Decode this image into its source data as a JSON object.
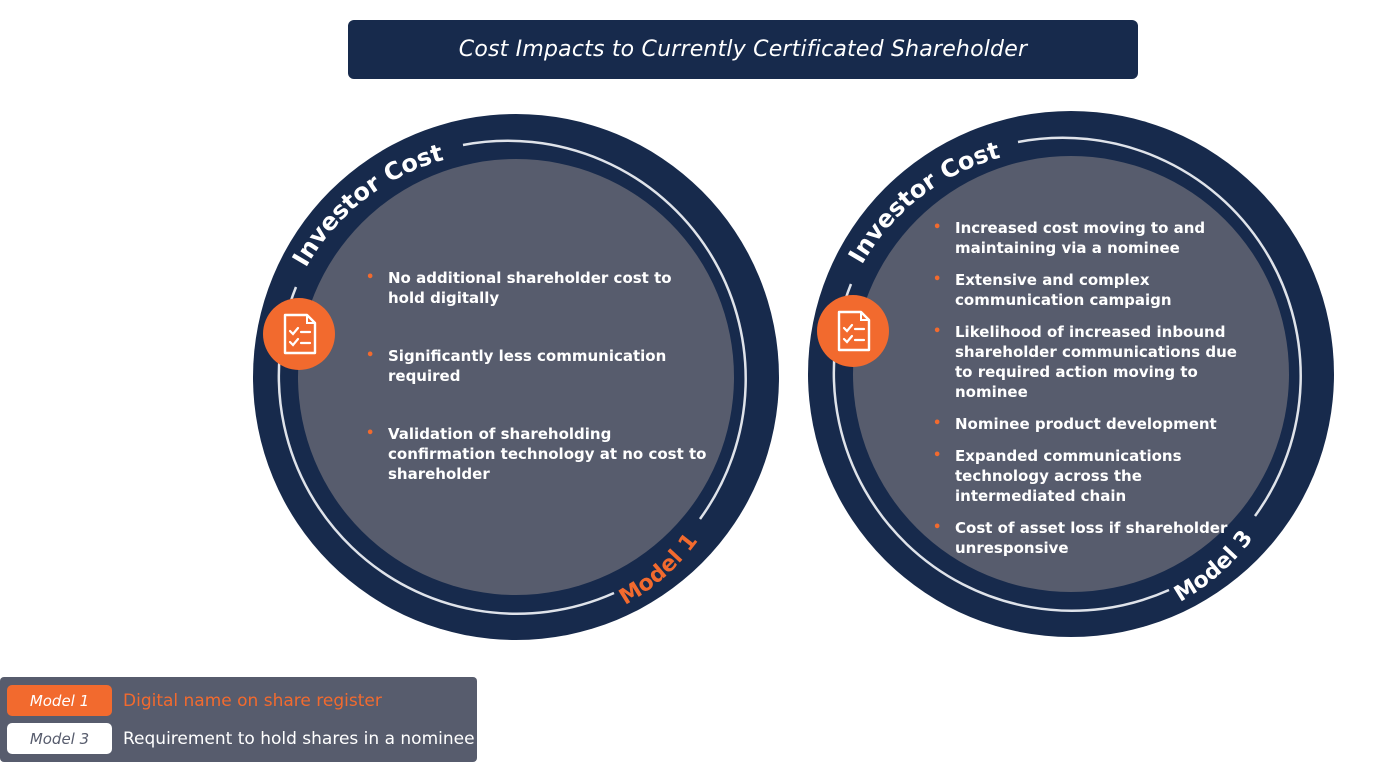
{
  "header": {
    "title": "Cost Impacts to Currently Certificated Shareholder"
  },
  "colors": {
    "navy": "#172a4c",
    "slate": "#575c6d",
    "accent_orange": "#f26a2e",
    "ring_line": "#dfe3ea",
    "white": "#ffffff"
  },
  "models": [
    {
      "arc_title": "Investor Cost",
      "model_label": "Model 1",
      "icon": "checklist-document-icon",
      "bullets": [
        "No additional shareholder  cost to hold digitally",
        "Significantly less communication required",
        "Validation of shareholding confirmation technology at no cost to shareholder"
      ]
    },
    {
      "arc_title": "Investor Cost",
      "model_label": "Model 3",
      "icon": "checklist-document-icon",
      "bullets": [
        "Increased cost moving to and maintaining via a nominee",
        "Extensive and complex communication campaign",
        "Likelihood of increased inbound shareholder communications due to required action moving to nominee",
        "Nominee product development",
        "Expanded communications technology across the intermediated chain",
        "Cost of asset loss if shareholder unresponsive"
      ]
    }
  ],
  "legend": {
    "items": [
      {
        "label": "Model 1",
        "description": "Digital name on share register"
      },
      {
        "label": "Model 3",
        "description": "Requirement to hold shares in a nominee"
      }
    ]
  }
}
